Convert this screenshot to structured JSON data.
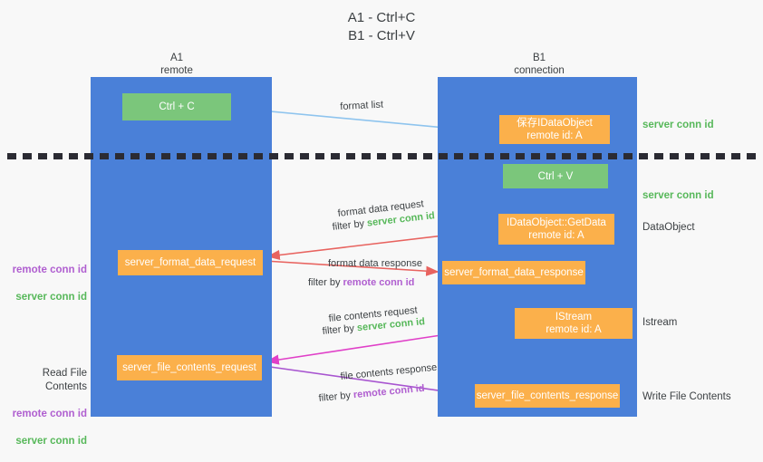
{
  "title": "A1 - Ctrl+C\nB1 - Ctrl+V",
  "columns": {
    "a1": {
      "header": "A1\nremote"
    },
    "b1": {
      "header": "B1\nconnection"
    }
  },
  "nodes": {
    "ctrl_c": "Ctrl + C",
    "idataobject_saved": "保存IDataObject\nremote id: A",
    "ctrl_v": "Ctrl + V",
    "getdata": "IDataObject::GetData\nremote id: A",
    "server_format_data_request": "server_format_data_request",
    "server_format_data_response": "server_format_data_response",
    "istream": "IStream\nremote id: A",
    "server_file_contents_request": "server_file_contents_request",
    "server_file_contents_response": "server_file_contents_response"
  },
  "arrow_labels": {
    "format_list": "format list",
    "format_data_request": "format data request",
    "format_data_request_filter_prefix": "filter by ",
    "format_data_request_filter_value": "server conn id",
    "format_data_response": "format data response",
    "format_data_response_filter_prefix": "filter by ",
    "format_data_response_filter_value": "remote conn id",
    "file_contents_request": "file contents request",
    "file_contents_request_filter_prefix": "filter by ",
    "file_contents_request_filter_value": "server conn id",
    "file_contents_response": "file contents response",
    "file_contents_response_filter_prefix": "filter by ",
    "file_contents_response_filter_value": "remote conn id"
  },
  "side_notes": {
    "server_conn_id_1": "server conn id",
    "server_conn_id_2": "server conn id",
    "dataobject": "DataObject",
    "istream": "Istream",
    "write_file_contents": "Write File Contents"
  },
  "left_notes": {
    "remote_conn_id_1": "remote conn id",
    "server_conn_id_1": "server conn id",
    "read_file_contents": "Read File Contents",
    "remote_conn_id_2": "remote conn id",
    "server_conn_id_2": "server conn id"
  },
  "colors": {
    "lane_blue": "#4a80d8",
    "node_green": "#7bc67b",
    "node_orange": "#fbb04b",
    "conn_green": "#57b85a",
    "conn_purple": "#b05fd0",
    "arrow_lightblue": "#8ec4ee",
    "arrow_red": "#e8635f",
    "arrow_magenta": "#e040c8",
    "arrow_purple": "#a855d0",
    "arrow_black": "#1a1a1a",
    "background": "#f8f8f8"
  }
}
